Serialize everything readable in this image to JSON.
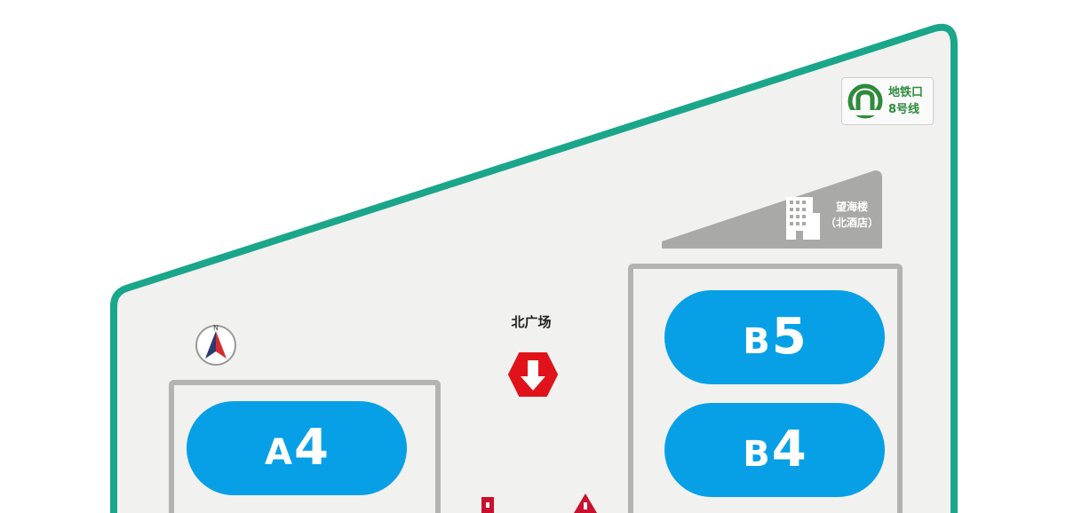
{
  "colors": {
    "boundary": "#1aa68a",
    "hall_fill": "#07a0e6",
    "hall_border": "#b3b3b1",
    "building": "#a9a9a7",
    "metro_green": "#2e8b3c",
    "exit_red": "#e0131a"
  },
  "metro": {
    "icon": "metro-logo-icon",
    "line1": "地铁口",
    "line2": "8号线"
  },
  "building": {
    "icon": "office-building-icon",
    "name": "望海楼",
    "sub": "（北酒店）"
  },
  "compass": {
    "icon": "compass-icon",
    "label": "N"
  },
  "plaza": {
    "label": "北广场",
    "icon": "down-arrow-exit-icon"
  },
  "halls": {
    "a4": {
      "letter": "A",
      "number": "4"
    },
    "b5": {
      "letter": "B",
      "number": "5"
    },
    "b4": {
      "letter": "B",
      "number": "4"
    }
  }
}
